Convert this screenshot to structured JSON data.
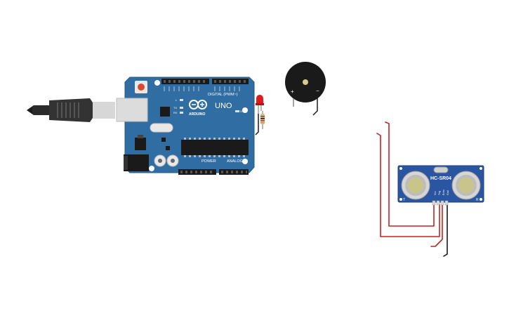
{
  "arduino": {
    "brand": "ARDUINO",
    "model": "UNO",
    "digital_label": "DIGITAL (PWM~)",
    "power_label": "POWER",
    "analog_label": "ANALOG IN",
    "tx": "TX",
    "rx": "RX",
    "l": "L",
    "on": "ON"
  },
  "buzzer": {
    "plus": "+",
    "minus": "−"
  },
  "sensor": {
    "model": "HC-SR04",
    "pins": [
      "Vcc",
      "Trig",
      "Echo",
      "Gnd"
    ],
    "corner_left": "T",
    "corner_right": "R"
  },
  "colors": {
    "board": "#2f6da3",
    "board_dark": "#1e4f7d",
    "wire_red": "#cc1f1f",
    "wire_black": "#1a1a1a",
    "usb": "#2b2b2b"
  }
}
